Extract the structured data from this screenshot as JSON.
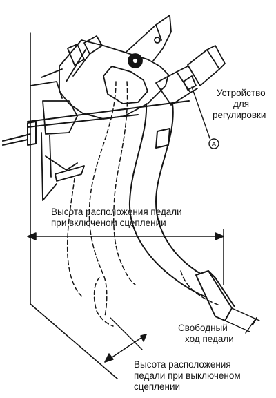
{
  "labels": {
    "adjuster_line1": "Устройство",
    "adjuster_line2": "для",
    "adjuster_line3": "регулировки",
    "marker": "A",
    "height_engaged_line1": "Высота расположения педали",
    "height_engaged_line2": "при включеном сцеплении",
    "free_play_line1": "Свободный",
    "free_play_line2": "ход педали",
    "height_released_line1": "Высота расположения",
    "height_released_line2": "педали при выключеном",
    "height_released_line3": "сцеплении"
  }
}
